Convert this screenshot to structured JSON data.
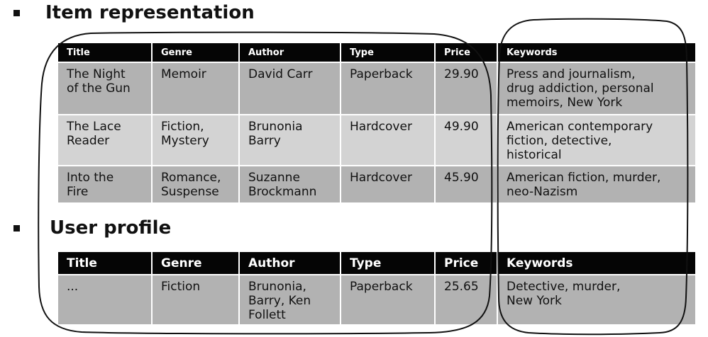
{
  "sections": [
    {
      "title": "Item representation"
    },
    {
      "title": "User profile"
    }
  ],
  "item_table": {
    "columns": [
      "Title",
      "Genre",
      "Author",
      "Type",
      "Price",
      "Keywords"
    ],
    "rows": [
      {
        "title": "The Night\nof the Gun",
        "genre": "Memoir",
        "author": "David Carr",
        "type": "Paperback",
        "price": "29.90",
        "keywords": "Press and journalism,\ndrug addiction, personal\nmemoirs, New York"
      },
      {
        "title": "The Lace\nReader",
        "genre": "Fiction,\nMystery",
        "author": "Brunonia\nBarry",
        "type": "Hardcover",
        "price": "49.90",
        "keywords": "American contemporary\nfiction, detective,\nhistorical"
      },
      {
        "title": "Into the\nFire",
        "genre": "Romance,\nSuspense",
        "author": "Suzanne\nBrockmann",
        "type": "Hardcover",
        "price": "45.90",
        "keywords": "American fiction, murder,\nneo-Nazism"
      }
    ]
  },
  "profile_table": {
    "columns": [
      "Title",
      "Genre",
      "Author",
      "Type",
      "Price",
      "Keywords"
    ],
    "rows": [
      {
        "title": "...",
        "genre": "Fiction",
        "author": "Brunonia,\nBarry, Ken\nFollett",
        "type": "Paperback",
        "price": "25.65",
        "keywords": "Detective, murder,\nNew York"
      }
    ]
  }
}
